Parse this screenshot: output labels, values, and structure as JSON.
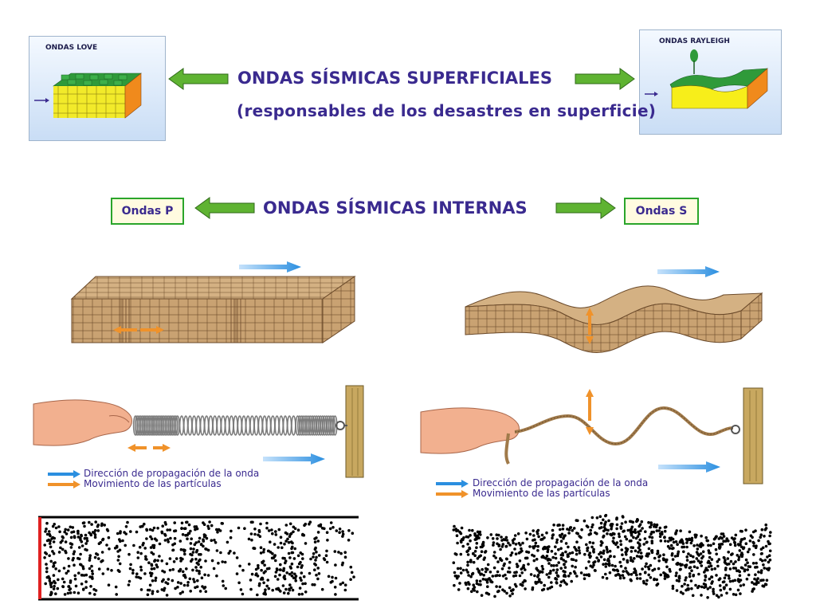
{
  "surface": {
    "title": "ONDAS SÍSMICAS SUPERFICIALES",
    "subtitle": "(responsables de los desastres en superficie)",
    "love_label": "ONDAS LOVE",
    "rayleigh_label": "ONDAS RAYLEIGH"
  },
  "internal": {
    "title": "ONDAS SÍSMICAS INTERNAS",
    "p_label": "Ondas P",
    "s_label": "Ondas S"
  },
  "legend_p": {
    "propagation": "Dirección de propagación de la onda",
    "particles": "Movimiento de las partículas"
  },
  "legend_s": {
    "propagation": "Dirección de propagación de la onda",
    "particles": "Movimiento de las partículas"
  },
  "colors": {
    "title": "#3a2a8f",
    "green_arrow": "#5fb332",
    "blue_arrow": "#2b8fe0",
    "orange_arrow": "#f0922a",
    "block": "#c9a272",
    "grid": "#6b4a2a"
  }
}
